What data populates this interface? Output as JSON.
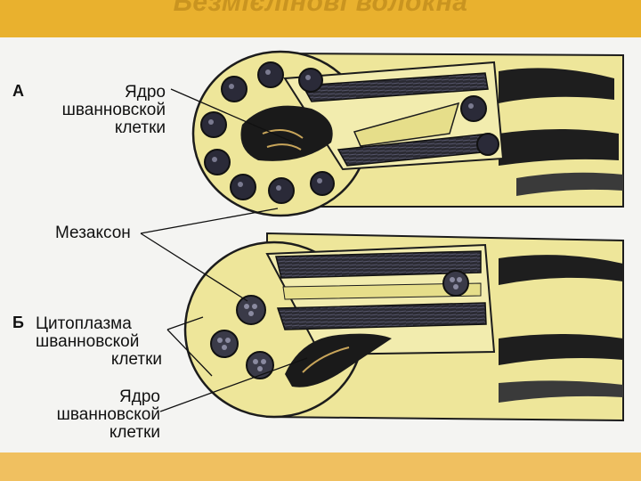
{
  "title": "Безмієлінові волокна",
  "labels": {
    "panel_a": "А",
    "panel_b": "Б",
    "nucleus_a_1": "Ядро",
    "nucleus_a_2": "шванновской",
    "nucleus_a_3": "клетки",
    "mesaxon": "Мезаксон",
    "cytoplasm_1": "Цитоплазма",
    "cytoplasm_2": "шванновской",
    "cytoplasm_3": "клетки",
    "nucleus_b_1": "Ядро",
    "nucleus_b_2": "шванновской",
    "nucleus_b_3": "клетки"
  },
  "colors": {
    "title_band": "#e9b12e",
    "bottom_band": "#f0c060",
    "fiber_yellow": "#eee69a",
    "axon_dark": "#2b2b33",
    "outline": "#1c1c1c"
  }
}
